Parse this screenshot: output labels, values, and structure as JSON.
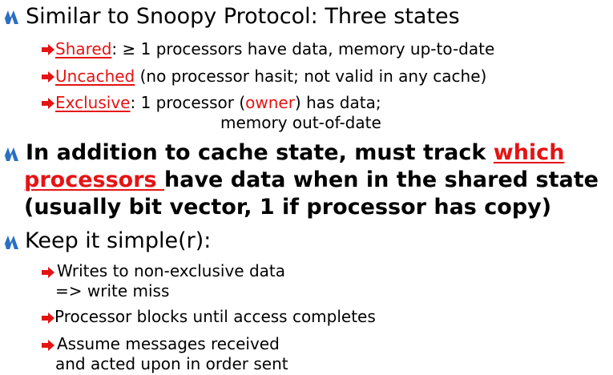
{
  "bullets": {
    "b1": {
      "text": "Similar to Snoopy Protocol: Three states",
      "subs": {
        "shared": {
          "term": "Shared",
          "rest": ": ≥ 1 processors have data, memory up-to-date"
        },
        "uncached": {
          "term": "Uncached",
          "rest": " (no processor hasit; not valid in any cache)"
        },
        "exclusive": {
          "term": "Exclusive",
          "mid": ": 1 processor (",
          "owner": "owner",
          "rest": ") has data;",
          "line2": "memory out-of-date"
        }
      }
    },
    "b2": {
      "pre": "In addition to cache state, must track ",
      "hl1": "which",
      "hl2": "processors ",
      "post": "have data when in the shared state",
      "line3": "(usually bit vector, 1 if processor has copy)"
    },
    "b3": {
      "text": "Keep it simple(r):",
      "subs": {
        "s1": {
          "line1": "Writes to non-exclusive data",
          "line2": "=> write miss"
        },
        "s2": {
          "line1": "Processor blocks until access completes"
        },
        "s3": {
          "line1": "Assume messages received",
          "line2": "and acted upon in order sent"
        }
      }
    }
  },
  "colors": {
    "accent": "#e41414",
    "bullet_blue": "#2a6fc0"
  },
  "icons": {
    "main_bullet": "chevron-bullet-icon",
    "sub_bullet": "arrow-bullet-icon"
  }
}
